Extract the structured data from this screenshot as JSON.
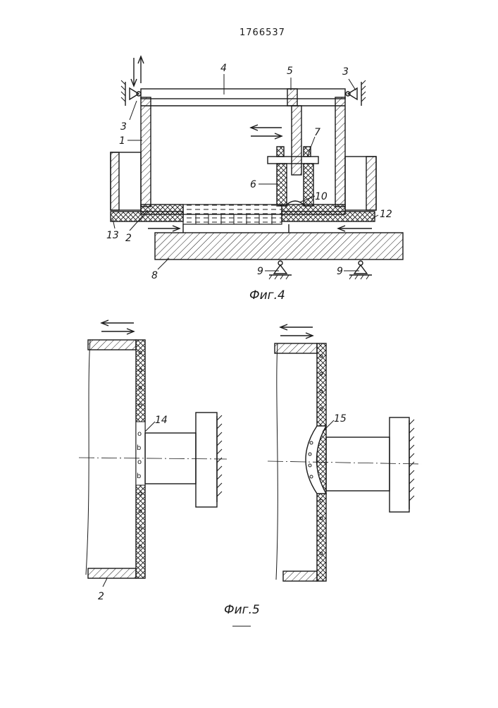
{
  "document": {
    "number": "1766537"
  },
  "figures": [
    {
      "caption": "Фиг.4",
      "labels": [
        "4",
        "5",
        "3",
        "3",
        "1",
        "7",
        "6",
        "10",
        "12",
        "13",
        "2",
        "8",
        "9",
        "9"
      ]
    },
    {
      "caption": "Фиг.5",
      "labels": [
        "14",
        "15",
        "2"
      ]
    }
  ]
}
